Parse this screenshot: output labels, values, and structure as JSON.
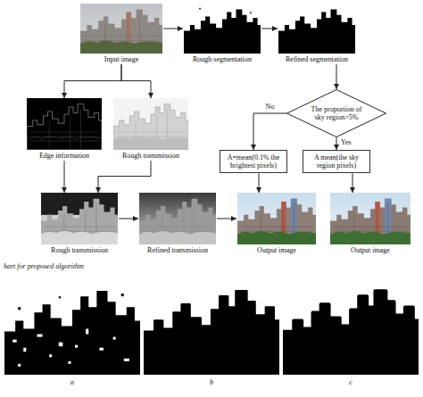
{
  "diagram": {
    "caption": "hart for proposed algorithm",
    "nodes": [
      {
        "text": [
          "Input image"
        ]
      },
      {
        "text": [
          "Rough segmentation"
        ]
      },
      {
        "text": [
          "Refined segmentation"
        ]
      },
      {
        "text": [
          "The proportion of sky region>5%"
        ]
      },
      {
        "text": [
          "Edge information"
        ]
      },
      {
        "text": [
          "Rough transmission"
        ]
      },
      {
        "text": [
          "A=mean(0.1% the brightest pixels)"
        ]
      },
      {
        "text": [
          "A mean(the sky region pixels)"
        ]
      },
      {
        "text": [
          "Rough transmission"
        ]
      },
      {
        "text": [
          "Refined transmission"
        ]
      },
      {
        "text": [
          "Output image"
        ]
      },
      {
        "text": [
          "Output image"
        ]
      }
    ],
    "edges": [
      {
        "from": 0,
        "to": 1,
        "arrow": "to"
      },
      {
        "from": 1,
        "to": 2,
        "arrow": "to"
      },
      {
        "from": 2,
        "to": 3,
        "arrow": "to"
      },
      {
        "from": 3,
        "to": 6,
        "label": "No",
        "arrow": "to"
      },
      {
        "from": 3,
        "to": 7,
        "label": "Yes",
        "arrow": "to"
      },
      {
        "from": 0,
        "to": 4,
        "arrow": "to"
      },
      {
        "from": 0,
        "to": 5,
        "arrow": "to"
      },
      {
        "from": 4,
        "to": 8,
        "arrow": "to"
      },
      {
        "from": 5,
        "to": 8,
        "arrow": "to"
      },
      {
        "from": 8,
        "to": 9,
        "arrow": "to"
      },
      {
        "from": 9,
        "to": 10,
        "arrow": "to"
      },
      {
        "from": 6,
        "to": 10,
        "arrow": "to"
      },
      {
        "from": 7,
        "to": 11,
        "arrow": "to"
      }
    ],
    "labels": [
      "a",
      "b",
      "c"
    ]
  }
}
